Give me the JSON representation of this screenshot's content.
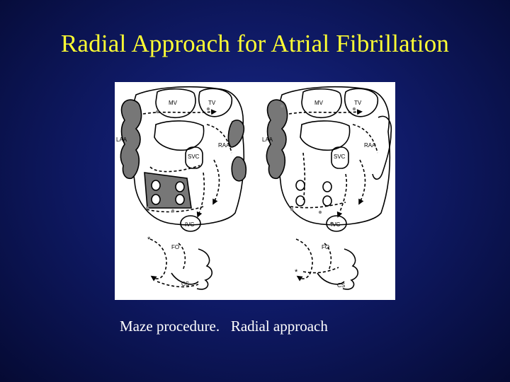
{
  "slide": {
    "title": "Radial Approach for Atrial Fibrillation",
    "caption": "Maze procedure.   Radial approach"
  },
  "figure": {
    "left_panel": {
      "labels": {
        "mv": "MV",
        "tv": "TV",
        "laa": "LAA",
        "raa": "RAA",
        "svc": "SVC",
        "ivc": "IVC",
        "fo": "FO",
        "cs": "CS",
        "star": "*"
      }
    },
    "right_panel": {
      "labels": {
        "mv": "MV",
        "tv": "TV",
        "laa": "LAA",
        "raa": "RAA",
        "svc": "SVC",
        "ivc": "IVC",
        "fo": "FO",
        "cs": "CS",
        "star": "*"
      }
    }
  },
  "colors": {
    "title": "#ffff33",
    "caption": "#ffffff",
    "background": "#0f1a66",
    "appendage_fill": "#777777"
  }
}
